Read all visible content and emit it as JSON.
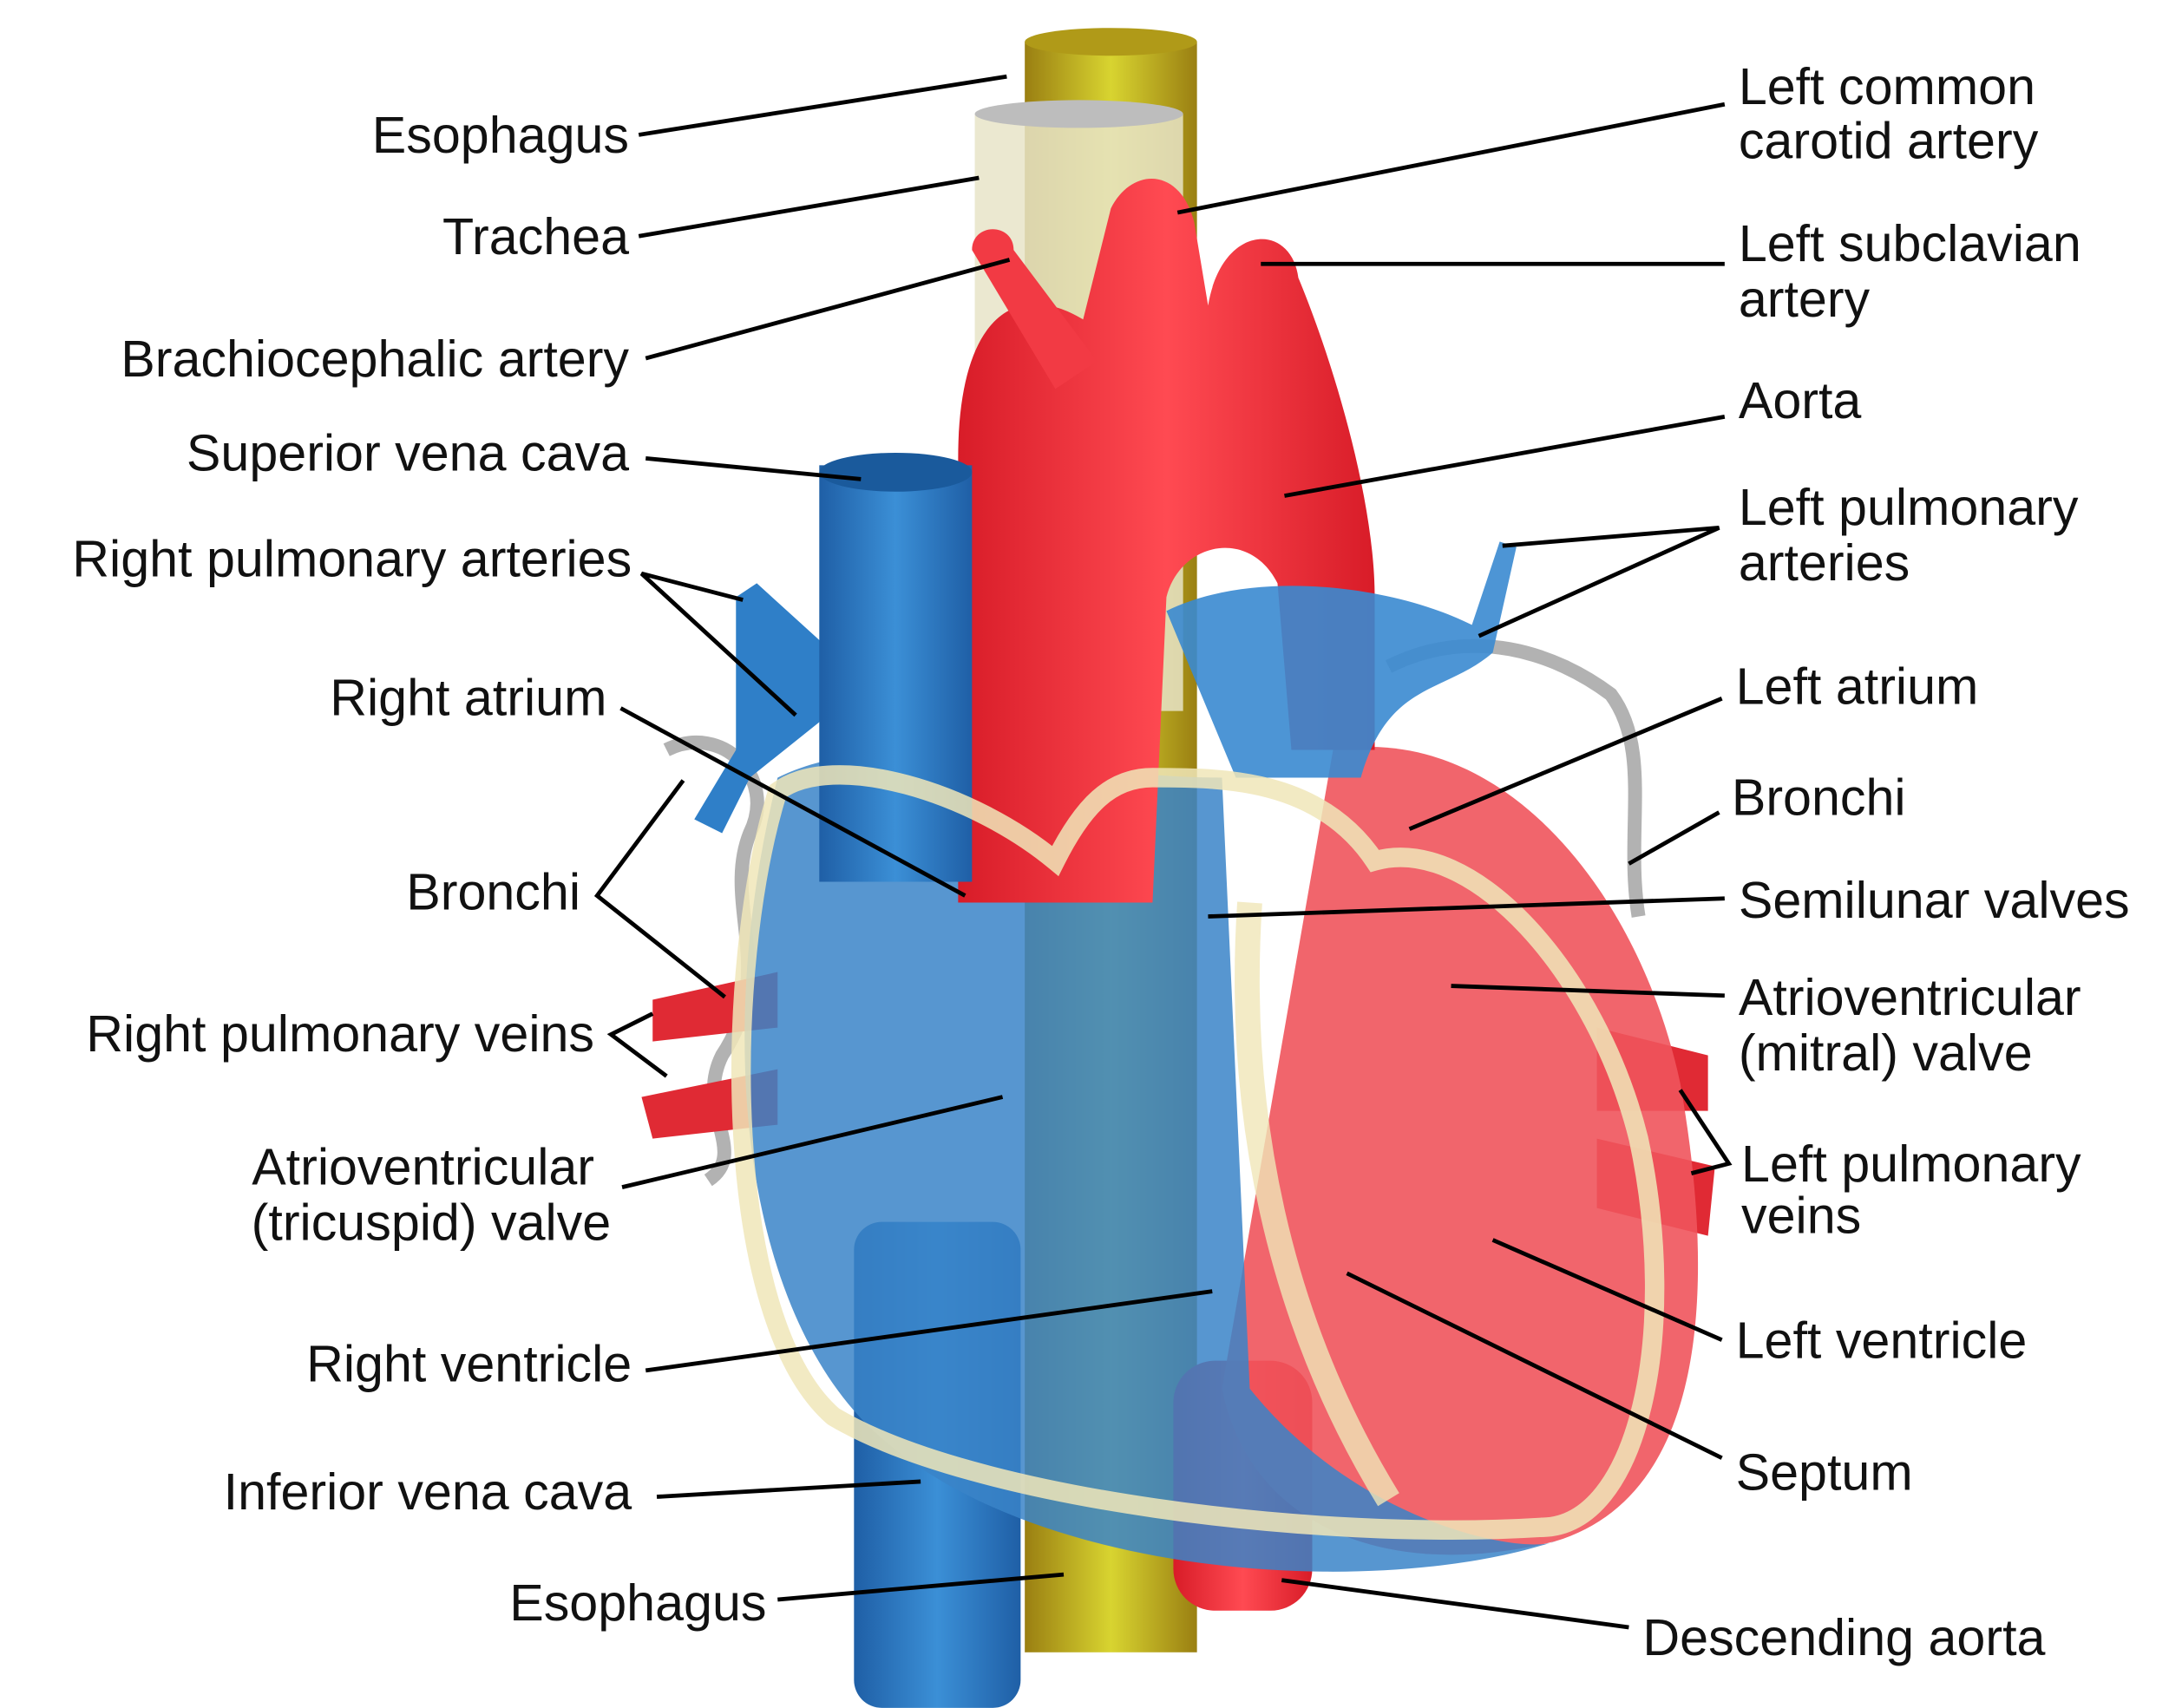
{
  "labels": {
    "left": [
      {
        "lines": [
          "Esophagus"
        ]
      },
      {
        "lines": [
          "Trachea"
        ]
      },
      {
        "lines": [
          "Brachiocephalic artery"
        ]
      },
      {
        "lines": [
          "Superior vena cava"
        ]
      },
      {
        "lines": [
          "Right pulmonary arteries"
        ]
      },
      {
        "lines": [
          "Right atrium"
        ]
      },
      {
        "lines": [
          "Bronchi"
        ]
      },
      {
        "lines": [
          "Right pulmonary veins"
        ]
      },
      {
        "lines": [
          "Atrioventricular",
          "(tricuspid) valve"
        ]
      },
      {
        "lines": [
          "Right ventricle"
        ]
      },
      {
        "lines": [
          "Inferior vena cava"
        ]
      },
      {
        "lines": [
          "Esophagus"
        ]
      }
    ],
    "right": [
      {
        "lines": [
          "Left common",
          "carotid artery"
        ]
      },
      {
        "lines": [
          "Left subclavian",
          "artery"
        ]
      },
      {
        "lines": [
          "Aorta"
        ]
      },
      {
        "lines": [
          "Left pulmonary",
          "arteries"
        ]
      },
      {
        "lines": [
          "Left atrium"
        ]
      },
      {
        "lines": [
          "Bronchi"
        ]
      },
      {
        "lines": [
          "Semilunar valves"
        ]
      },
      {
        "lines": [
          "Atrioventricular",
          "(mitral) valve"
        ]
      },
      {
        "lines": [
          "Left pulmonary",
          "veins"
        ]
      },
      {
        "lines": [
          "Left ventricle"
        ]
      },
      {
        "lines": [
          "Septum"
        ]
      },
      {
        "lines": [
          "Descending aorta"
        ]
      }
    ]
  },
  "colors": {
    "oxygenated": "#f2323c",
    "deoxygenated": "#2f7fc8",
    "esophagus": "#c9b81e",
    "trachea": "#e8e4c8",
    "septum_wall": "#f0e6b8"
  }
}
